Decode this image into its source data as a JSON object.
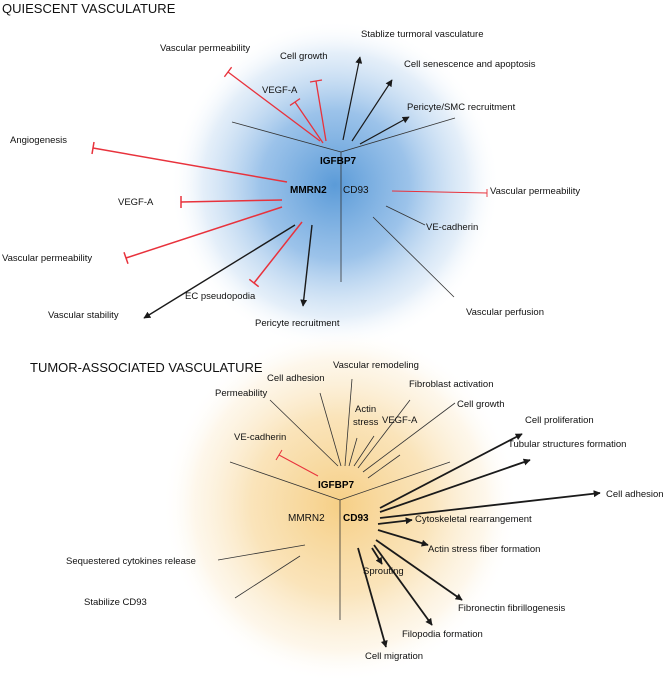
{
  "colors": {
    "inhibit": "#e8323c",
    "activate": "#1a1a1a",
    "quiescent_glow": "#5b9bd8",
    "tumor_glow": "#f6cf86"
  },
  "quiescent": {
    "title": "QUIESCENT VASCULATURE",
    "hubs": {
      "igfbp7": "IGFBP7",
      "mmrn2": "MMRN2",
      "cd93": "CD93"
    },
    "labels": {
      "stabilize_tumoral": "Stablize turmoral vasculature",
      "vascular_permeability_top": "Vascular permeability",
      "cell_growth": "Cell growth",
      "vegfa_top": "VEGF-A",
      "senescence": "Cell senescence and apoptosis",
      "pericyte_smc": "Pericyte/SMC recruitment",
      "angiogenesis": "Angiogenesis",
      "vegfa_left": "VEGF-A",
      "vascular_permeability_left": "Vascular permeability",
      "vascular_permeability_right": "Vascular permeability",
      "ve_cadherin": "VE-cadherin",
      "vascular_stability": "Vascular stability",
      "ec_pseudopodia": "EC pseudopodia",
      "pericyte_recruitment": "Pericyte recruitment",
      "vascular_perfusion": "Vascular perfusion"
    }
  },
  "tumor": {
    "title": "TUMOR-ASSOCIATED VASCULATURE",
    "hubs": {
      "igfbp7": "IGFBP7",
      "mmrn2": "MMRN2",
      "cd93": "CD93"
    },
    "labels": {
      "vascular_remodeling": "Vascular remodeling",
      "cell_adhesion_top": "Cell adhesion",
      "permeability": "Permeability",
      "fibroblast_activation": "Fibroblast activation",
      "actin_line1": "Actin",
      "actin_line2": "stress",
      "vegfa": "VEGF-A",
      "cell_growth": "Cell growth",
      "ve_cadherin": "VE-cadherin",
      "cell_proliferation": "Cell proliferation",
      "tubular": "Tubular structures formation",
      "cell_adhesion_right": "Cell adhesion",
      "cytoskeletal": "Cytoskeletal rearrangement",
      "actin_stress_fiber": "Actin stress fiber formation",
      "sequestered": "Sequestered cytokines release",
      "stabilize_cd93": "Stabilize CD93",
      "sprouting": "Sprouting",
      "fibronectin": "Fibronectin fibrillogenesis",
      "filopodia": "Filopodia formation",
      "cell_migration": "Cell migration"
    }
  }
}
